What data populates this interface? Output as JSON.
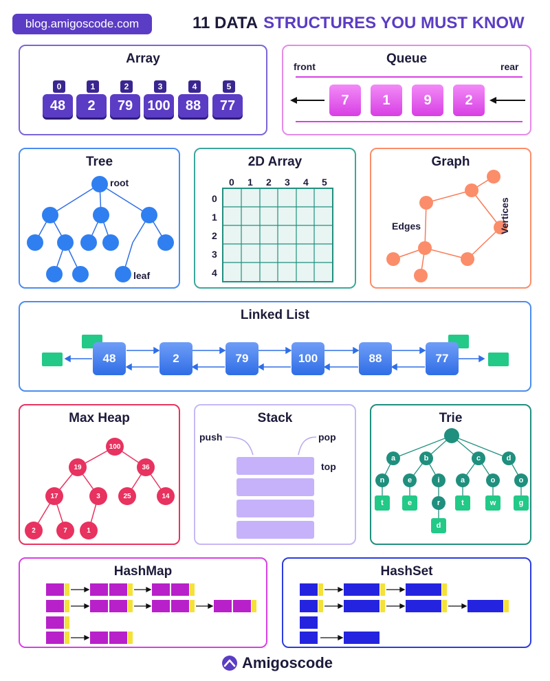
{
  "header": {
    "url_pill": "blog.amigoscode.com",
    "title_prefix": "11 DATA",
    "title_highlight": "STRUCTURES YOU MUST KNOW"
  },
  "colors": {
    "purple": "#5b3cc4",
    "magenta": "#d83fe4",
    "blue": "#2f6ee6",
    "teal": "#1f8f7e",
    "orange": "#fb8d6a",
    "red": "#e8325f",
    "green": "#22c987",
    "yellow": "#f4e13a"
  },
  "array": {
    "title": "Array",
    "indices": [
      "0",
      "1",
      "2",
      "3",
      "4",
      "5"
    ],
    "values": [
      "48",
      "2",
      "79",
      "100",
      "88",
      "77"
    ]
  },
  "queue": {
    "title": "Queue",
    "front_label": "front",
    "rear_label": "rear",
    "values": [
      "7",
      "1",
      "9",
      "2"
    ]
  },
  "tree": {
    "title": "Tree",
    "root_label": "root",
    "leaf_label": "leaf"
  },
  "array2d": {
    "title": "2D Array",
    "col_headers": [
      "0",
      "1",
      "2",
      "3",
      "4",
      "5"
    ],
    "row_headers": [
      "0",
      "1",
      "2",
      "3",
      "4"
    ]
  },
  "graph": {
    "title": "Graph",
    "edges_label": "Edges",
    "vertices_label": "Vertices"
  },
  "linked_list": {
    "title": "Linked List",
    "values": [
      "48",
      "2",
      "79",
      "100",
      "88",
      "77"
    ]
  },
  "max_heap": {
    "title": "Max Heap",
    "nodes": [
      "100",
      "19",
      "36",
      "17",
      "3",
      "25",
      "14",
      "2",
      "7",
      "1"
    ]
  },
  "stack": {
    "title": "Stack",
    "push_label": "push",
    "pop_label": "pop",
    "top_label": "top"
  },
  "trie": {
    "title": "Trie",
    "level1": [
      "a",
      "b",
      "c",
      "d"
    ],
    "level2": [
      "n",
      "e",
      "i",
      "a",
      "o",
      "o"
    ],
    "leaves": [
      "t",
      "e",
      "r",
      "t",
      "w",
      "g",
      "d"
    ]
  },
  "hashmap": {
    "title": "HashMap"
  },
  "hashset": {
    "title": "HashSet"
  },
  "footer": {
    "brand": "Amigoscode"
  }
}
